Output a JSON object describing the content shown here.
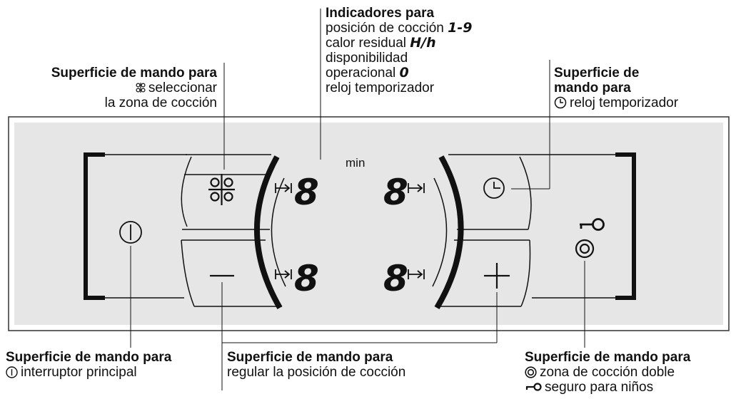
{
  "labels": {
    "indicators": {
      "title": "Indicadores para",
      "line1": "posición de cocción",
      "line1_sym": "1-9",
      "line2": "calor residual",
      "line2_sym": "H/h",
      "line3": "disponibilidad",
      "line4": "operacional",
      "line4_sym": "0",
      "line5": "reloj temporizador"
    },
    "zone_select": {
      "title": "Superficie de mando para",
      "line1": "seleccionar",
      "line2": "la zona de cocción"
    },
    "timer": {
      "title1": "Superficie de",
      "title2": "mando para",
      "line1": "reloj temporizador"
    },
    "main_switch": {
      "title": "Superficie de mando para",
      "line1": "interruptor principal"
    },
    "regulate": {
      "title": "Superficie de mando para",
      "line1": "regular la posición de cocción"
    },
    "double_zone": {
      "title": "Superficie de mando para",
      "line1": "zona de cocción doble",
      "line2": "seguro para niños"
    }
  },
  "panel": {
    "min_label": "min",
    "digit": "8",
    "minus": "—",
    "plus": "+"
  },
  "icons": [
    "power-icon",
    "zone-select-icon",
    "clock-icon",
    "key-icon",
    "double-ring-icon",
    "arrow-to-bar-icon"
  ]
}
